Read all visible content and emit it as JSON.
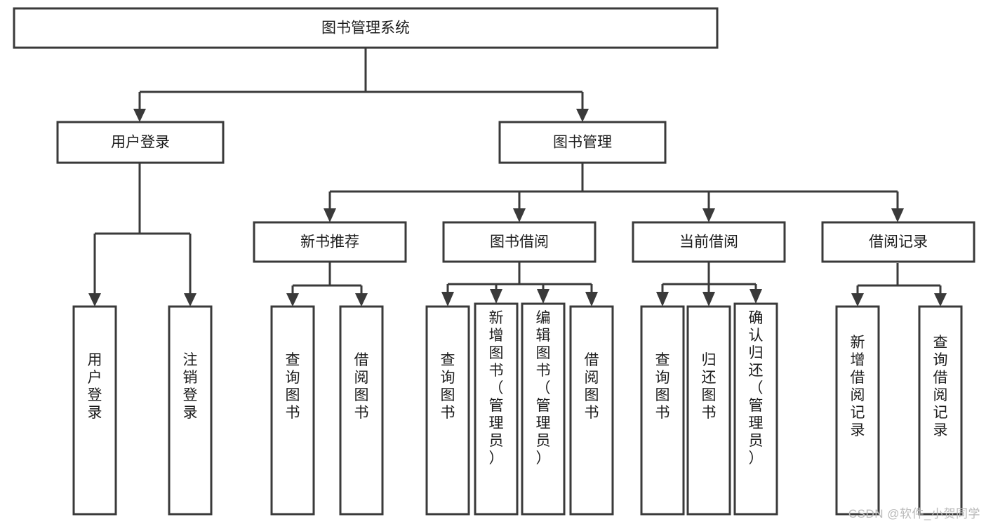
{
  "diagram": {
    "type": "tree",
    "title": "图书管理系统",
    "orientation": "top-down",
    "root": {
      "id": "root",
      "label": "图书管理系统"
    },
    "level1": [
      {
        "id": "user-login",
        "label": "用户登录"
      },
      {
        "id": "book-manage",
        "label": "图书管理"
      }
    ],
    "level2": [
      {
        "id": "new-book-recommend",
        "label": "新书推荐",
        "parent": "book-manage"
      },
      {
        "id": "book-borrow",
        "label": "图书借阅",
        "parent": "book-manage"
      },
      {
        "id": "current-borrow",
        "label": "当前借阅",
        "parent": "book-manage"
      },
      {
        "id": "borrow-record",
        "label": "借阅记录",
        "parent": "book-manage"
      }
    ],
    "leaves": {
      "user_login": [
        {
          "id": "leaf-user-login",
          "label": "用户登录"
        },
        {
          "id": "leaf-logout",
          "label": "注销登录"
        }
      ],
      "new_book_recommend": [
        {
          "id": "leaf-query-book-1",
          "label": "查询图书"
        },
        {
          "id": "leaf-borrow-book-1",
          "label": "借阅图书"
        }
      ],
      "book_borrow": [
        {
          "id": "leaf-query-book-2",
          "label": "查询图书"
        },
        {
          "id": "leaf-add-book",
          "label": "新增图书（管理员）"
        },
        {
          "id": "leaf-edit-book",
          "label": "编辑图书（管理员）"
        },
        {
          "id": "leaf-borrow-book-2",
          "label": "借阅图书"
        }
      ],
      "current_borrow": [
        {
          "id": "leaf-query-book-3",
          "label": "查询图书"
        },
        {
          "id": "leaf-return-book",
          "label": "归还图书"
        },
        {
          "id": "leaf-confirm-return",
          "label": "确认归还（管理员）"
        }
      ],
      "borrow_record": [
        {
          "id": "leaf-add-record",
          "label": "新增借阅记录"
        },
        {
          "id": "leaf-query-record",
          "label": "查询借阅记录"
        }
      ]
    }
  },
  "watermark": {
    "text": "CSDN @软件_小贺同学"
  },
  "colors": {
    "box_stroke": "#3a3a3a",
    "box_fill": "#ffffff",
    "text": "#1c1c1c",
    "background": "#ffffff",
    "watermark": "#b9b9b9"
  }
}
